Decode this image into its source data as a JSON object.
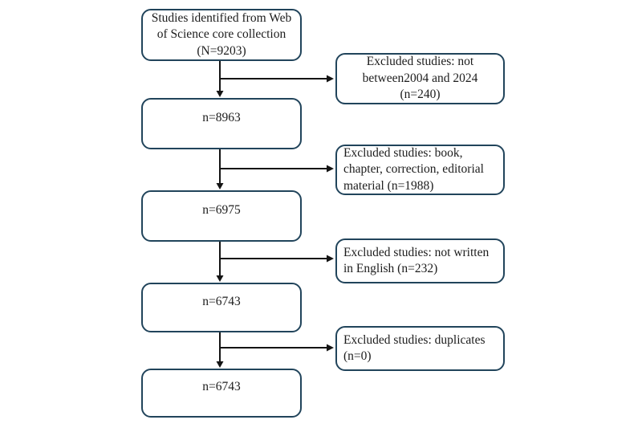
{
  "diagram": {
    "type": "flowchart",
    "colors": {
      "box_border": "#21445b",
      "arrow": "#141414",
      "text": "#1c1c1c",
      "background": "#ffffff"
    },
    "steps": [
      {
        "label": "Studies identified from Web\nof Science core collection\n(N=9203)",
        "count": 9203
      },
      {
        "label": "n=8963",
        "count": 8963
      },
      {
        "label": "n=6975",
        "count": 6975
      },
      {
        "label": "n=6743",
        "count": 6743
      },
      {
        "label": "n=6743",
        "count": 6743
      }
    ],
    "exclusions": [
      {
        "label": "Excluded studies: not\nbetween2004 and 2024\n(n=240)",
        "count": 240
      },
      {
        "label": "Excluded studies: book,\nchapter, correction, editorial\nmaterial (n=1988)",
        "count": 1988
      },
      {
        "label": "Excluded studies: not written\nin English (n=232)",
        "count": 232
      },
      {
        "label": "Excluded studies: duplicates\n(n=0)",
        "count": 0
      }
    ]
  }
}
